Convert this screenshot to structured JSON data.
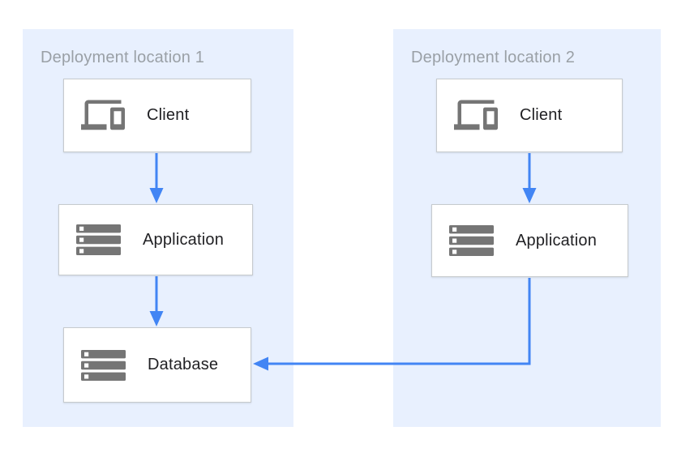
{
  "diagram": {
    "type": "architecture-diagram",
    "panels": [
      {
        "title": "Deployment location 1",
        "nodes": [
          {
            "label": "Client",
            "icon": "client-devices-icon"
          },
          {
            "label": "Application",
            "icon": "server-stack-icon"
          },
          {
            "label": "Database",
            "icon": "server-stack-icon"
          }
        ]
      },
      {
        "title": "Deployment location 2",
        "nodes": [
          {
            "label": "Client",
            "icon": "client-devices-icon"
          },
          {
            "label": "Application",
            "icon": "server-stack-icon"
          }
        ]
      }
    ],
    "edges": [
      {
        "from": "Client (Deployment location 1)",
        "to": "Application (Deployment location 1)"
      },
      {
        "from": "Application (Deployment location 1)",
        "to": "Database (Deployment location 1)"
      },
      {
        "from": "Client (Deployment location 2)",
        "to": "Application (Deployment location 2)"
      },
      {
        "from": "Application (Deployment location 2)",
        "to": "Database (Deployment location 1)"
      }
    ],
    "colors": {
      "panel_background": "#e8f0fe",
      "arrow_blue": "#4285f4",
      "icon_gray": "#757575",
      "box_border": "#c6cacd",
      "panel_title_gray": "#9aa0a6",
      "node_label_dark": "#212124"
    }
  }
}
